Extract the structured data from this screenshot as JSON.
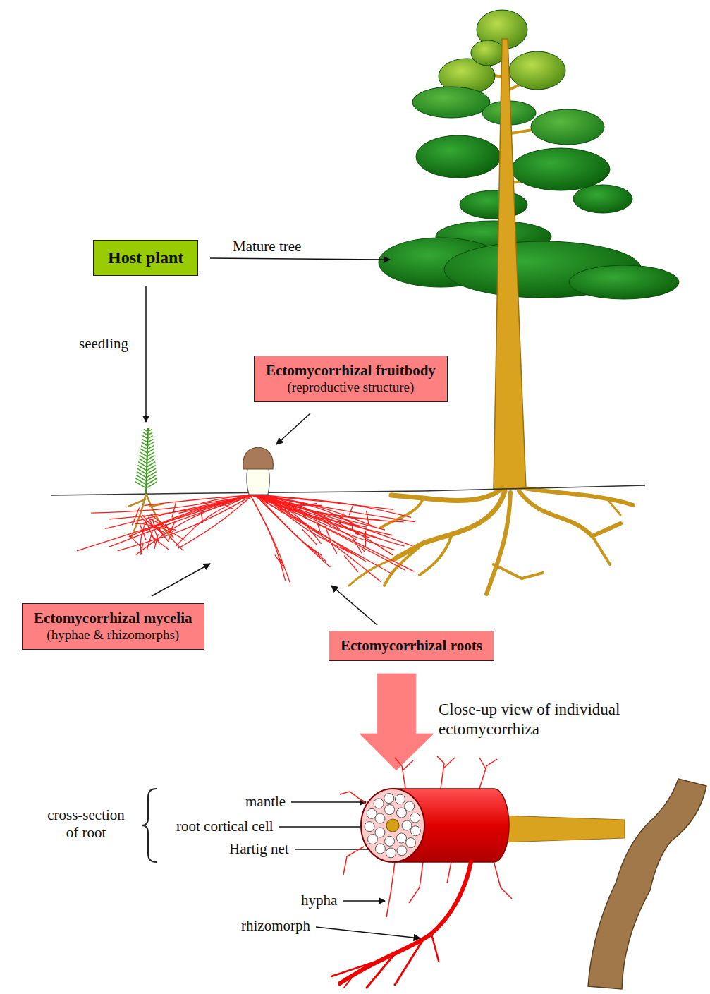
{
  "diagram": {
    "nodes": [
      {
        "text": [
          "Host plant"
        ]
      },
      {
        "text": [
          "Ectomycorrhizal fruitbody",
          "(reproductive structure)"
        ]
      },
      {
        "text": [
          "Ectomycorrhizal mycelia",
          "(hyphae & rhizomorphs)"
        ]
      },
      {
        "text": [
          "Ectomycorrhizal roots"
        ]
      }
    ],
    "labels": [
      "Mature tree",
      "seedling",
      "Close-up view of individual ectomycorrhiza",
      "cross-section of root",
      "mantle",
      "root cortical cell",
      "Hartig net",
      "hypha",
      "rhizomorph"
    ]
  }
}
